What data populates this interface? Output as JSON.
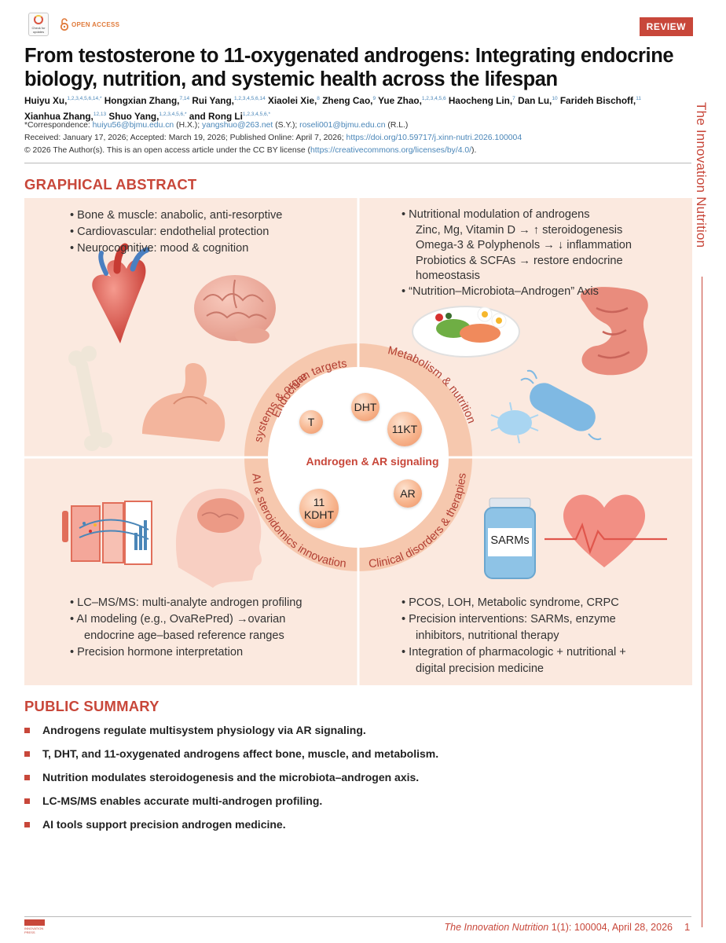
{
  "header": {
    "crossmark_label": "Check for updates",
    "open_access_label": "OPEN ACCESS",
    "review_badge": "REVIEW"
  },
  "article": {
    "title": "From testosterone to 11-oxygenated androgens: Integrating endocrine biology, nutrition, and systemic health across the lifespan",
    "authors": [
      {
        "name": "Huiyu Xu,",
        "sup": "1,2,3,4,5,6,14,*"
      },
      {
        "name": "Hongxian Zhang,",
        "sup": "7,14"
      },
      {
        "name": "Rui Yang,",
        "sup": "1,2,3,4,5,6,14"
      },
      {
        "name": "Xiaolei Xie,",
        "sup": "8"
      },
      {
        "name": "Zheng Cao,",
        "sup": "9"
      },
      {
        "name": "Yue Zhao,",
        "sup": "1,2,3,4,5,6"
      },
      {
        "name": "Haocheng Lin,",
        "sup": "7"
      },
      {
        "name": "Dan Lu,",
        "sup": "10"
      },
      {
        "name": "Farideh Bischoff,",
        "sup": "11"
      },
      {
        "name": "Xianhua Zhang,",
        "sup": "12,13"
      },
      {
        "name": "Shuo Yang,",
        "sup": "1,2,3,4,5,6,*"
      },
      {
        "name": "and Rong Li",
        "sup": "1,2,3,4,5,6,*"
      }
    ],
    "correspondence_prefix": "*Correspondence: ",
    "correspondence": [
      {
        "email": "huiyu56@bjmu.edu.cn",
        "who": " (H.X.); "
      },
      {
        "email": "yangshuo@263.net",
        "who": " (S.Y.); "
      },
      {
        "email": "roseli001@bjmu.edu.cn",
        "who": " (R.L.)"
      }
    ],
    "dates_text": "Received: January 17, 2026; Accepted: March 19, 2026; Published Online: April 7, 2026; ",
    "doi": "https://doi.org/10.59717/j.xinn-nutri.2026.100004",
    "license_prefix": "© 2026 The Author(s). This is an open access article under the CC BY license (",
    "license_url": "https://creativecommons.org/licenses/by/4.0/",
    "license_suffix": ")."
  },
  "side_journal": "The Innovation Nutrition",
  "graphical_abstract": {
    "heading": "GRAPHICAL ABSTRACT",
    "top_left": [
      "• Bone & muscle: anabolic, anti-resorptive",
      "• Cardiovascular: endothelial protection",
      "• Neurocognitive: mood & cognition"
    ],
    "top_right": [
      {
        "text": "• Nutritional modulation of androgens",
        "indent": false
      },
      {
        "text": "Zinc, Mg, Vitamin D → ↑ steroidogenesis",
        "indent": true
      },
      {
        "text": "Omega-3 & Polyphenols → ↓ inflammation",
        "indent": true
      },
      {
        "text": "Probiotics & SCFAs → restore endocrine",
        "indent": true
      },
      {
        "text": "homeostasis",
        "indent": true
      },
      {
        "text": "• “Nutrition–Microbiota–Androgen” Axis",
        "indent": false
      }
    ],
    "bottom_left": [
      {
        "text": "• LC–MS/MS: multi-analyte androgen profiling",
        "indent": false
      },
      {
        "text": "• AI modeling (e.g., OvaRePred) →ovarian",
        "indent": false
      },
      {
        "text": "endocrine age–based reference ranges",
        "indent": true
      },
      {
        "text": "• Precision hormone interpretation",
        "indent": false
      }
    ],
    "bottom_right": [
      {
        "text": "• PCOS, LOH, Metabolic syndrome, CRPC",
        "indent": false
      },
      {
        "text": "• Precision interventions: SARMs, enzyme",
        "indent": false
      },
      {
        "text": "inhibitors, nutritional therapy",
        "indent": true
      },
      {
        "text": "• Integration of pharmacologic + nutritional +",
        "indent": false
      },
      {
        "text": "digital precision medicine",
        "indent": true
      }
    ],
    "ring_labels": {
      "tl_outer": "Endocrine",
      "tl_inner": "systems & organ targets",
      "tr": "Metabolism & nutrition",
      "bl": "AI & steroidomics innovation",
      "br": "Clinical disorders & therapies"
    },
    "center_label": "Androgen & AR signaling",
    "molecules": {
      "t": "T",
      "dht": "DHT",
      "kt11": "11KT",
      "ar": "AR",
      "kdht_line1": "11",
      "kdht_line2": "KDHT"
    },
    "sarms_label": "SARMs"
  },
  "public_summary": {
    "heading": "PUBLIC SUMMARY",
    "items": [
      "Androgens regulate multisystem physiology via AR signaling.",
      "T, DHT, and 11-oxygenated androgens affect bone, muscle, and metabolism.",
      "Nutrition modulates steroidogenesis and the microbiota–androgen axis.",
      "LC-MS/MS enables accurate multi-androgen profiling.",
      "AI tools support precision androgen medicine."
    ]
  },
  "footer": {
    "publisher_logo": "INNOVATION PRESS",
    "journal": "The Innovation Nutrition",
    "citation": " 1(1): 100004, April 28, 2026",
    "page": "1"
  },
  "colors": {
    "accent": "#c8473a",
    "link": "#4a86b8",
    "panel": "#fbe9df"
  }
}
